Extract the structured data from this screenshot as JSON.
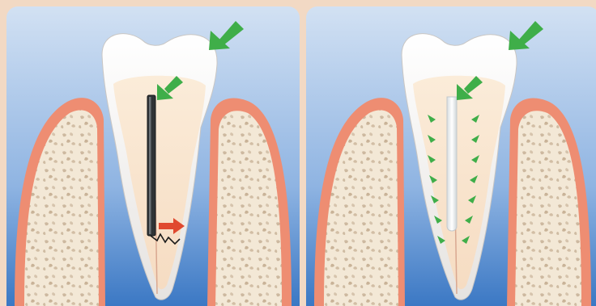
{
  "figure": {
    "panels": [
      {
        "id": "metal-post",
        "post_color": "#2f3336",
        "force_arrow_color": "#3fae49",
        "stress_arrow_color": "#e0492f",
        "crack": true
      },
      {
        "id": "fiber-post",
        "post_color": "#f4f6f7",
        "force_arrow_color": "#3fae49",
        "distributed_force_arrows_per_side": 7
      }
    ],
    "colors": {
      "background_top": "#c7d9f0",
      "background_bottom": "#3b78c4",
      "frame": "#f2d9c4",
      "gum": "#ef8f74",
      "bone": "#f3e8d6",
      "enamel": "#ffffff",
      "dentin": "#f7e3cc"
    }
  }
}
